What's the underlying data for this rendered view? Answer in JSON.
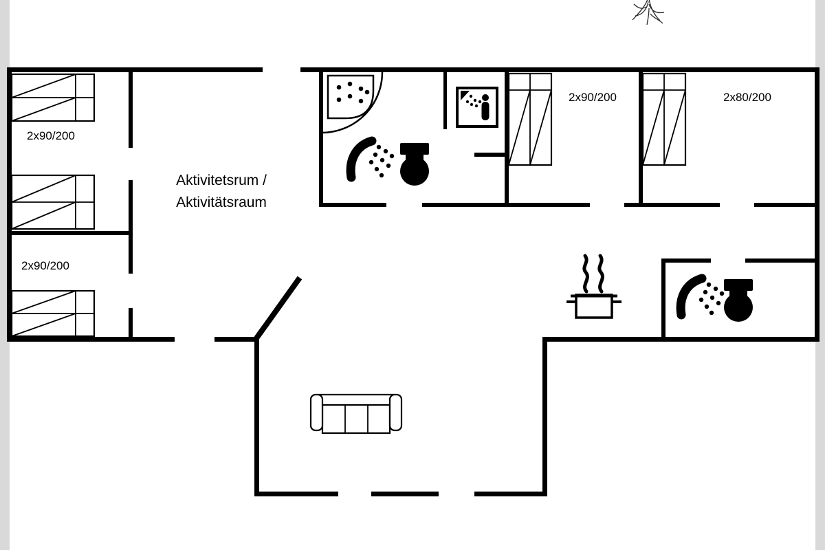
{
  "page": {
    "background": "#ffffff",
    "margin_color": "#d9d9d9",
    "wall_color": "#000000"
  },
  "labels": {
    "activity_room_line1": "Aktivitetsrum /",
    "activity_room_line2": "Aktivitätsraum",
    "bedroom_left_top_beds": "2x90/200",
    "bedroom_left_bottom_beds": "2x90/200",
    "bedroom_right_first_beds": "2x90/200",
    "bedroom_right_second_beds": "2x80/200"
  }
}
